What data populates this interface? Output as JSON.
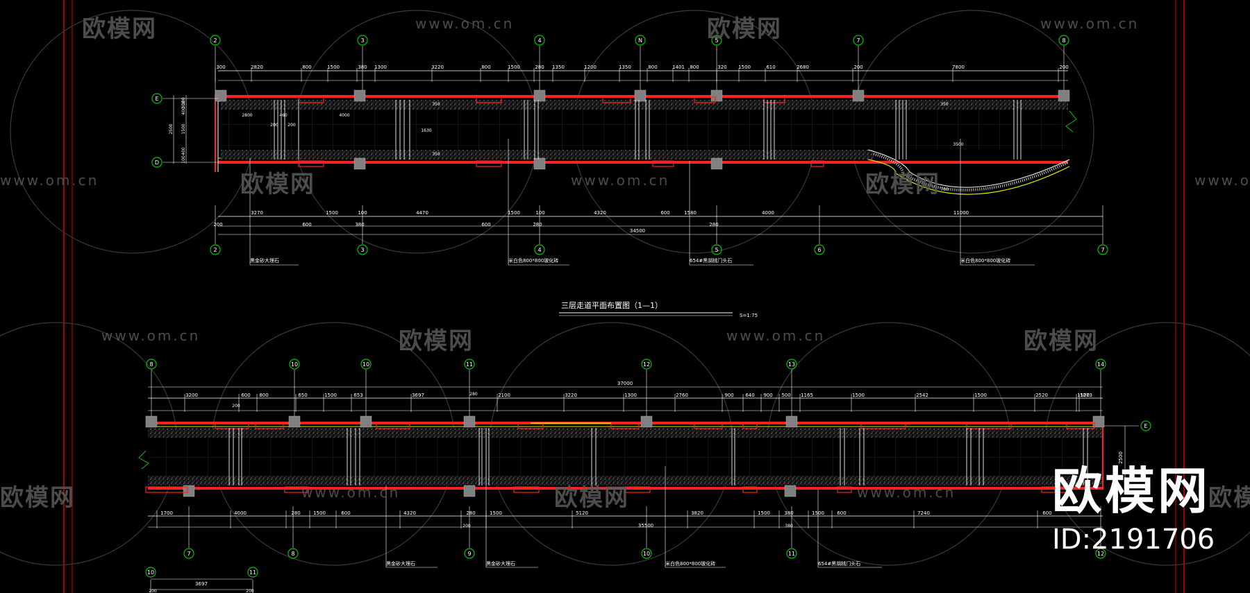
{
  "colors": {
    "background": "#000000",
    "axis_circle": "#00c000",
    "axis_text": "#ffffff",
    "dim_line": "#ffffff",
    "wall_red": "#ff2020",
    "frame_red": "#e00000",
    "yellow_line": "#e8e800",
    "column_gray": "#808080",
    "watermark": "#5a5a5a"
  },
  "watermarks": {
    "logo": "欧模网",
    "url": "www.om.cn"
  },
  "big_mark": {
    "logo": "欧模网",
    "id": "ID:2191706"
  },
  "title": {
    "text": "三层走道平面布置图（1—1）",
    "scale": "S=1:75"
  },
  "plan1": {
    "top_axes": [
      "2",
      "3",
      "4",
      "N",
      "5",
      "7",
      "8"
    ],
    "top_dims": [
      "300",
      "2820",
      "800",
      "1500",
      "380",
      "1300",
      "3220",
      "800",
      "1500",
      "280",
      "1350",
      "1200",
      "1350",
      "800",
      "1401",
      "800",
      "320",
      "1500",
      "610",
      "2680",
      "200",
      "7800",
      "200"
    ],
    "left_axes": [
      "E",
      "D"
    ],
    "left_dims": [
      "100",
      "300",
      "400",
      "1500",
      "2500",
      "400",
      "100"
    ],
    "inner_dims": [
      "2800",
      "460",
      "200",
      "200",
      "4000",
      "350",
      "1630",
      "350",
      "350",
      "3500",
      "700"
    ],
    "bottom_dims_row1": [
      "3270",
      "1500",
      "100",
      "4470",
      "1500",
      "100",
      "4320",
      "600",
      "1580",
      "4000",
      "11000"
    ],
    "bottom_dims_row2": [
      "200",
      "600",
      "380",
      "600",
      "280",
      "280"
    ],
    "total": "34500",
    "bottom_axes": [
      "2",
      "3",
      "4",
      "5",
      "6",
      "7"
    ],
    "notes": [
      "黑金砂大理石",
      "米白色800*800玻化砖",
      "654#黑胡桃门头石",
      "米白色800*800玻化砖"
    ]
  },
  "plan2": {
    "top_axes": [
      "8",
      "10",
      "10",
      "11",
      "12",
      "13",
      "14"
    ],
    "total_top": "37000",
    "top_dims": [
      "3200",
      "600",
      "800",
      "650",
      "1500",
      "653",
      "3697",
      "2100",
      "3220",
      "1300",
      "2760",
      "900",
      "640",
      "900",
      "500",
      "1165",
      "1500",
      "2542",
      "1500",
      "2520",
      "1500",
      "1273"
    ],
    "top_small_dims": [
      "200",
      "280"
    ],
    "right_axis": "E",
    "right_dim": "2500",
    "bottom_dims": [
      "1700",
      "4000",
      "280",
      "1500",
      "600",
      "4320",
      "280",
      "1500",
      "5120",
      "3820",
      "1500",
      "380",
      "1500",
      "600",
      "7240",
      "600"
    ],
    "small_bottom_dims": [
      "200",
      "380"
    ],
    "total_bottom": "35500",
    "bottom_axes": [
      "7",
      "8",
      "9",
      "10",
      "11",
      "12"
    ],
    "notes": [
      "黑金砂大理石",
      "黑金砂大理石",
      "米白色800*800玻化砖",
      "654#黑胡桃门头石"
    ]
  },
  "plan3_fragment": {
    "axes": [
      "10",
      "11"
    ],
    "dims": [
      "200",
      "3697",
      "200"
    ]
  }
}
